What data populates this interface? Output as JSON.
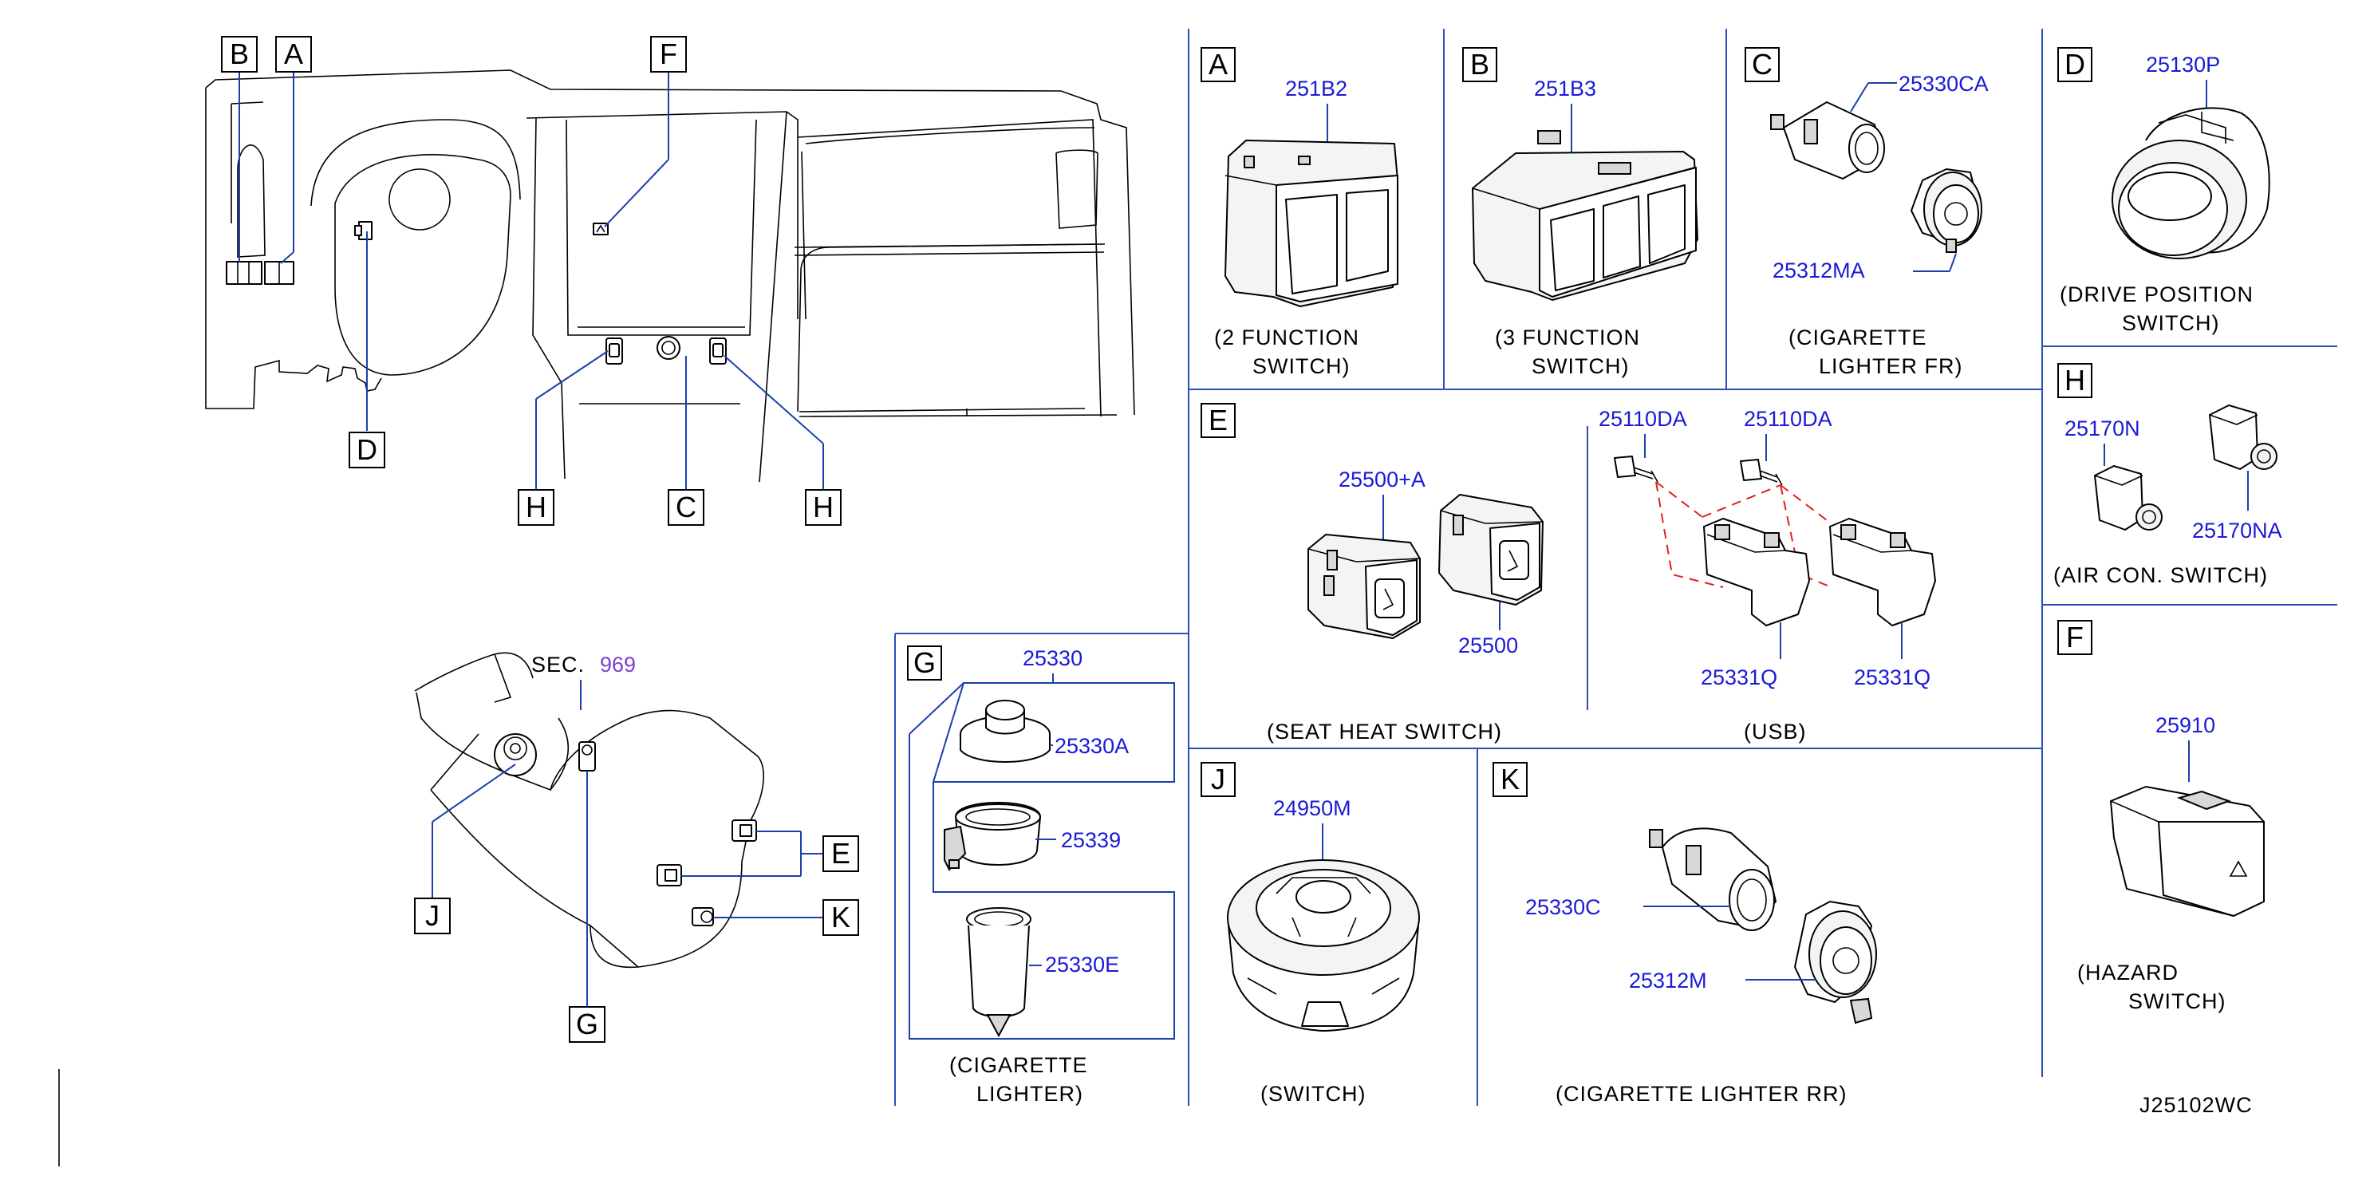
{
  "diagram_code": "J25102WC",
  "section_ref": {
    "prefix": "SEC.",
    "number": "969"
  },
  "overview_labels": {
    "b": "B",
    "a": "A",
    "f": "F",
    "d": "D",
    "h1": "H",
    "c": "C",
    "h2": "H",
    "e": "E",
    "k": "K",
    "j": "J",
    "g": "G"
  },
  "panels": {
    "a": {
      "letter": "A",
      "parts": [
        "251B2"
      ],
      "caption": [
        "(2   FUNCTION",
        "SWITCH)"
      ]
    },
    "b": {
      "letter": "B",
      "parts": [
        "251B3"
      ],
      "caption": [
        "(3   FUNCTION",
        "SWITCH)"
      ]
    },
    "c": {
      "letter": "C",
      "parts": [
        "25330CA",
        "25312MA"
      ],
      "caption": [
        "(CIGARETTE",
        "LIGHTER   FR)"
      ]
    },
    "d": {
      "letter": "D",
      "parts": [
        "25130P"
      ],
      "caption": [
        "(DRIVE   POSITION",
        "SWITCH)"
      ]
    },
    "h": {
      "letter": "H",
      "parts": [
        "25170N",
        "25170NA"
      ],
      "caption": [
        "(AIR   CON.   SWITCH)"
      ]
    },
    "e": {
      "letter": "E",
      "parts": [
        "25500+A",
        "25500",
        "25110DA",
        "25110DA",
        "25331Q",
        "25331Q"
      ],
      "caption": [
        "(SEAT   HEAT   SWITCH)",
        "(USB)"
      ]
    },
    "f": {
      "letter": "F",
      "parts": [
        "25910"
      ],
      "caption": [
        "(HAZARD",
        "SWITCH)"
      ]
    },
    "g": {
      "letter": "G",
      "parts": [
        "25330",
        "25330A",
        "25339",
        "25330E"
      ],
      "caption": [
        "(CIGARETTE",
        "LIGHTER)"
      ]
    },
    "j": {
      "letter": "J",
      "parts": [
        "24950M"
      ],
      "caption": [
        "(SWITCH)"
      ]
    },
    "k": {
      "letter": "K",
      "parts": [
        "25330C",
        "25312M"
      ],
      "caption": [
        "(CIGARETTE   LIGHTER   RR)"
      ]
    }
  },
  "colors": {
    "part_number": "#1a1ad8",
    "section_number": "#7a3fd0",
    "leader": "#1a3fb0",
    "usb_outline": "#e02020",
    "text": "#000000"
  }
}
